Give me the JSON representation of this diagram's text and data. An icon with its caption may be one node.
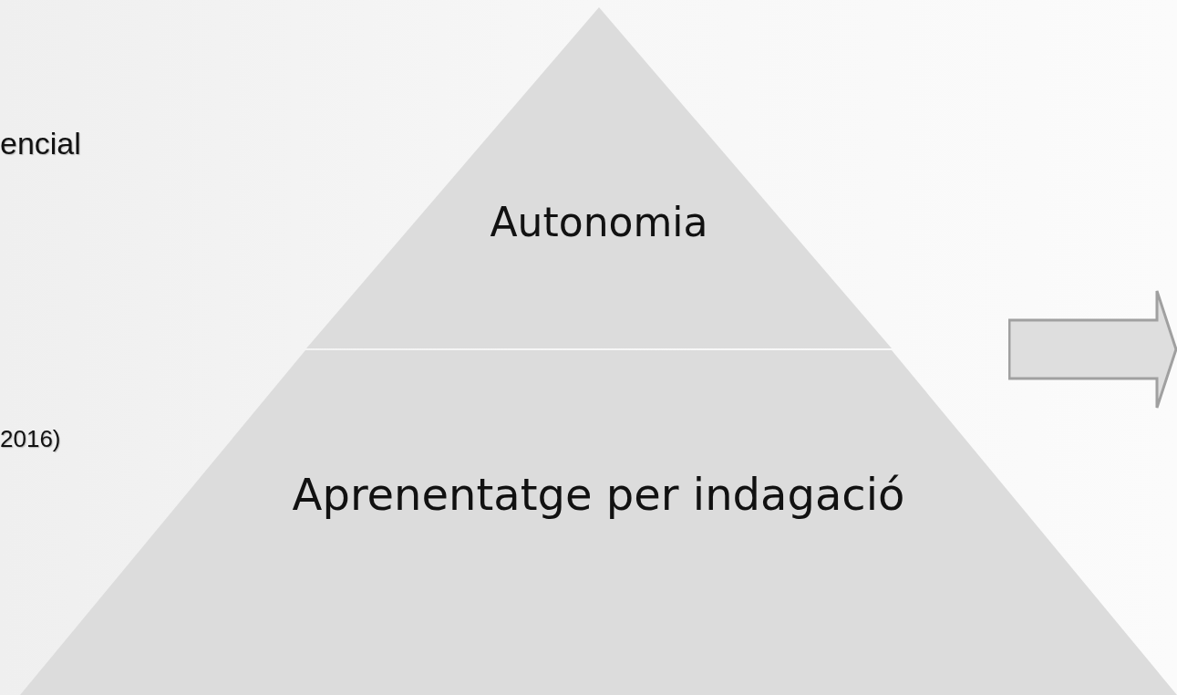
{
  "diagram": {
    "nodes": [
      {
        "text": [
          "Autonomia"
        ]
      },
      {
        "text": [
          "Aprenentatge per indagació"
        ]
      },
      {
        "text": [],
        "shape": "arrow"
      }
    ],
    "labels": [
      "encial",
      "2016)"
    ]
  }
}
